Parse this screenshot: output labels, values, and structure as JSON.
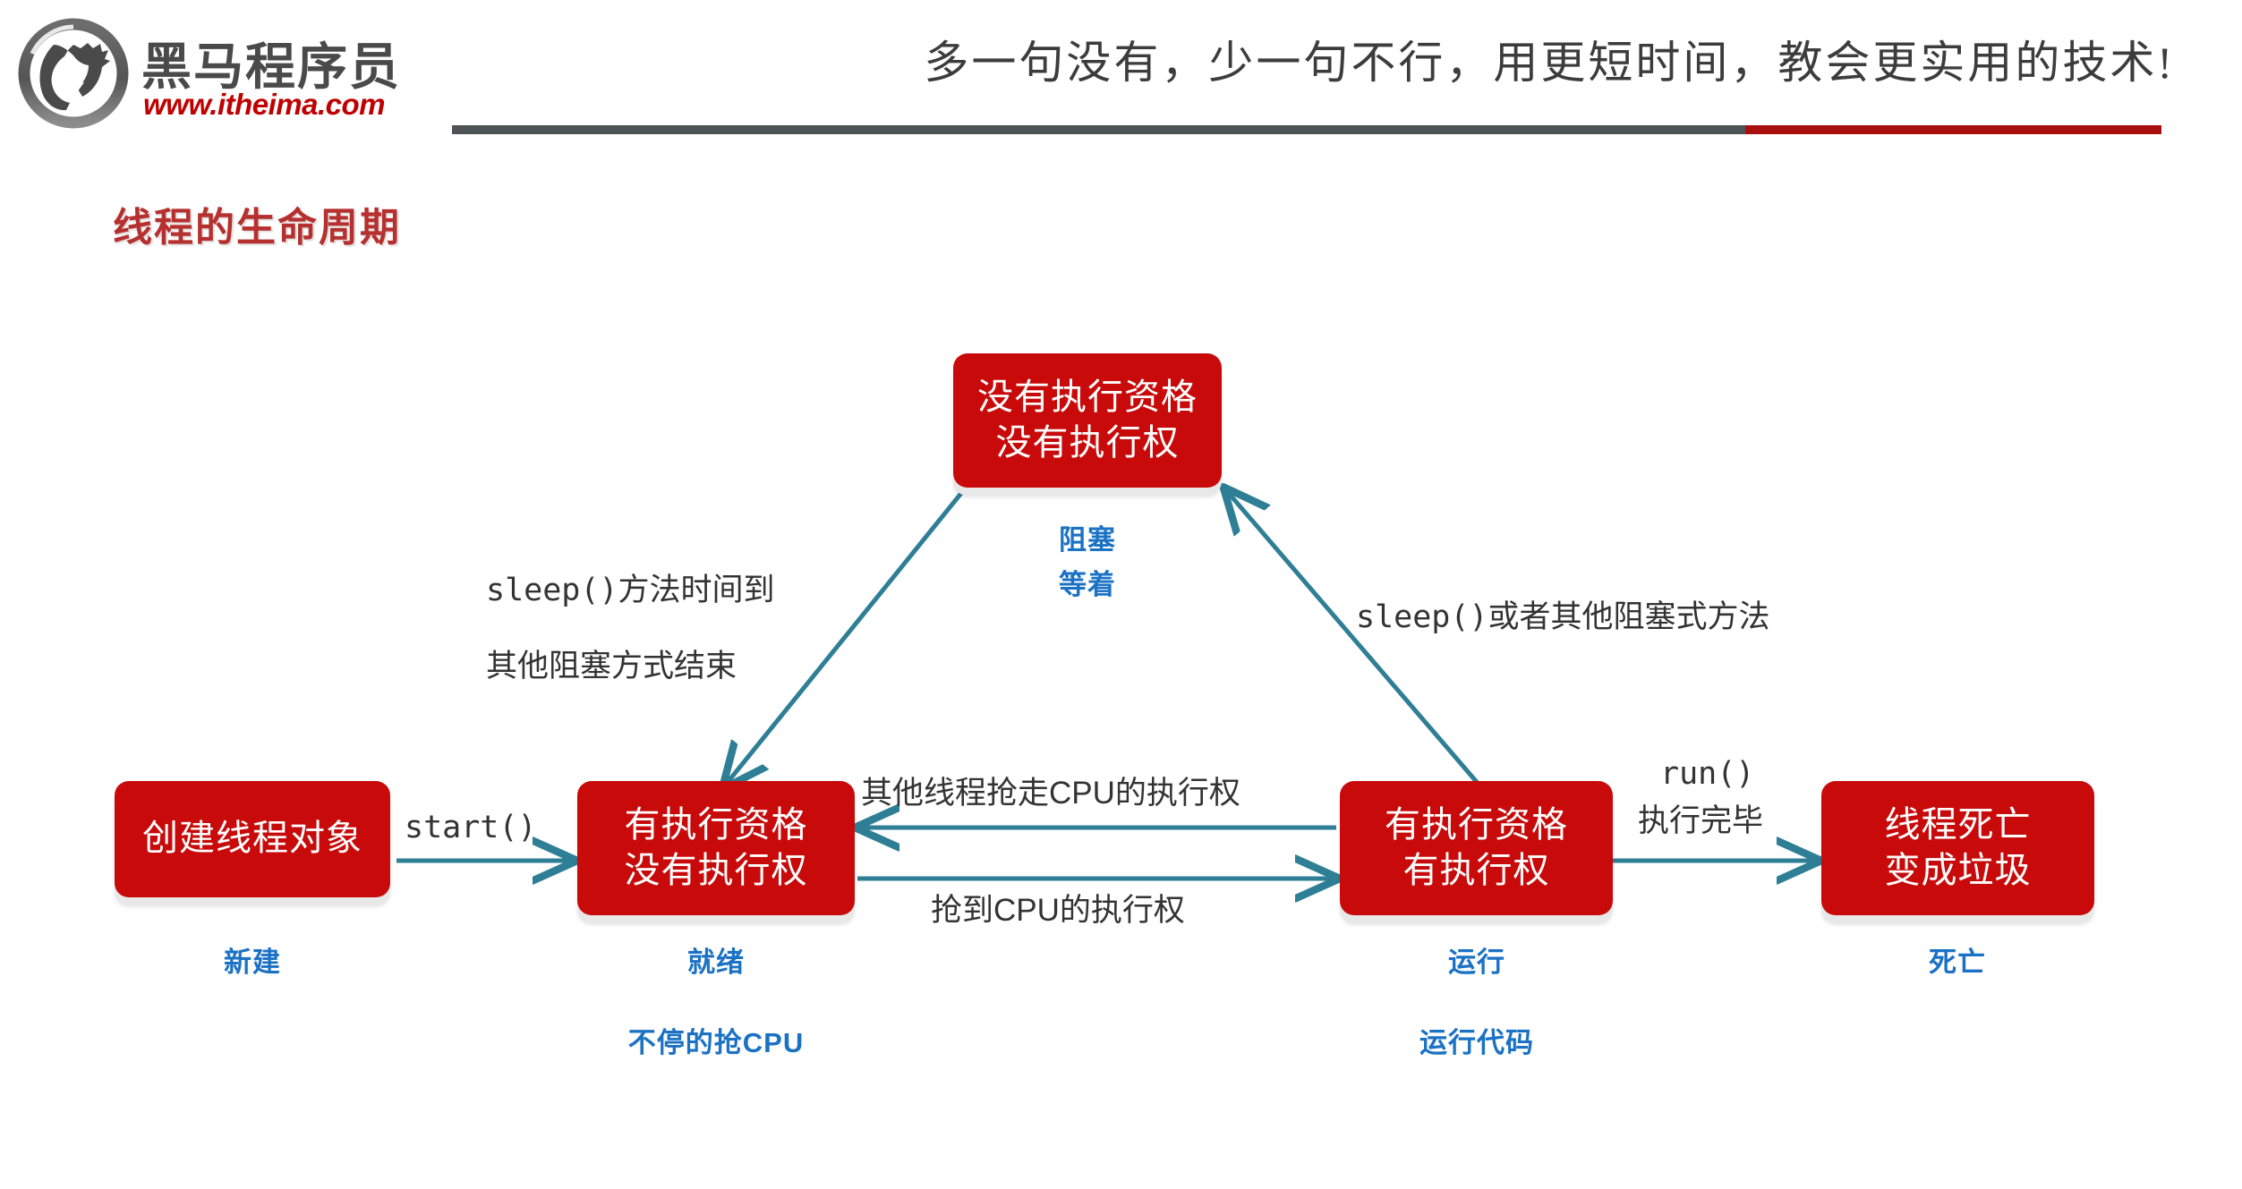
{
  "header": {
    "logo_cn": "黑马程序员",
    "logo_url": "www.itheima.com",
    "slogan": "多一句没有，少一句不行，用更短时间，教会更实用的技术!",
    "divider_gray_color": "#4e5356",
    "divider_red_color": "#aa0f0f"
  },
  "page_title": "线程的生命周期",
  "colors": {
    "box_red": "#c80a0a",
    "blue_label": "#1b72c4",
    "arrow_teal": "#2e7f96",
    "title_red": "#b5302e"
  },
  "diagram": {
    "type": "state-machine",
    "boxes": [
      {
        "id": "new",
        "line1": "创建线程对象",
        "line2": "",
        "state_label": "新建",
        "sub_label": ""
      },
      {
        "id": "blocked",
        "line1": "没有执行资格",
        "line2": "没有执行权",
        "state_label": "阻塞",
        "sub_label": "等着"
      },
      {
        "id": "runnable",
        "line1": "有执行资格",
        "line2": "没有执行权",
        "state_label": "就绪",
        "sub_label": "不停的抢CPU"
      },
      {
        "id": "running",
        "line1": "有执行资格",
        "line2": "有执行权",
        "state_label": "运行",
        "sub_label": "运行代码"
      },
      {
        "id": "dead",
        "line1": "线程死亡",
        "line2": "变成垃圾",
        "state_label": "死亡",
        "sub_label": ""
      }
    ],
    "edges": [
      {
        "id": "new-to-runnable",
        "label": "start()",
        "from": "new",
        "to": "runnable"
      },
      {
        "id": "blocked-to-runnable",
        "label_line1": "sleep()方法时间到",
        "label_line2": "其他阻塞方式结束",
        "from": "blocked",
        "to": "runnable"
      },
      {
        "id": "running-to-blocked",
        "label": "sleep()或者其他阻塞式方法",
        "from": "running",
        "to": "blocked"
      },
      {
        "id": "running-to-runnable",
        "label": "其他线程抢走CPU的执行权",
        "from": "running",
        "to": "runnable"
      },
      {
        "id": "runnable-to-running",
        "label": "抢到CPU的执行权",
        "from": "runnable",
        "to": "running"
      },
      {
        "id": "running-to-dead",
        "label_line1": "run()",
        "label_line2": "执行完毕",
        "from": "running",
        "to": "dead"
      }
    ]
  }
}
